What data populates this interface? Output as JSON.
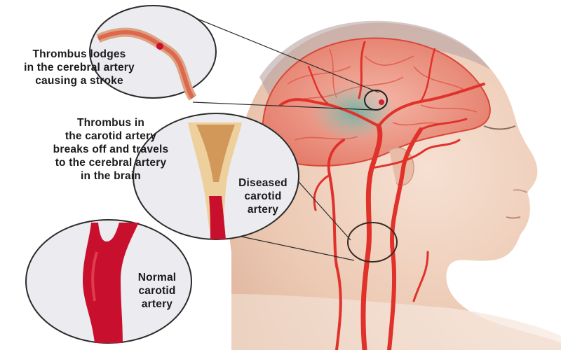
{
  "diagram": {
    "subject": "Stroke caused by carotid artery thrombus",
    "colors": {
      "artery": "#e0322b",
      "artery_dark": "#b71c1c",
      "plaque": "#e8c58a",
      "skin": "#f0d3c0",
      "brain": "#ee9a8a",
      "ischemic_area": "#7fb7a8",
      "callout_bg": "#e9e9ee",
      "outline": "#2b2b2b"
    },
    "callouts": [
      {
        "id": "cerebral",
        "label": "Thrombus lodges\nin the cerebral artery\ncausing a stroke"
      },
      {
        "id": "carotid-thrombus",
        "label": "Thrombus in\nthe carotid artery\nbreaks off and travels\nto the cerebral artery\nin the brain"
      },
      {
        "id": "diseased",
        "label": "Diseased\ncarotid\nartery"
      },
      {
        "id": "normal",
        "label": "Normal\ncarotid\nartery"
      }
    ]
  }
}
